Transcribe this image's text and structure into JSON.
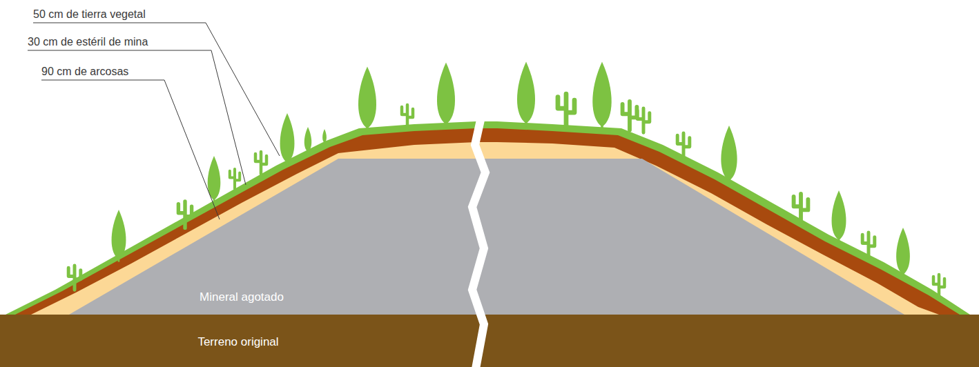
{
  "diagram": {
    "nodes": [
      {
        "text": [
          "Mineral agotado"
        ]
      },
      {
        "text": [
          "Terreno original"
        ]
      }
    ],
    "labels": [
      "50 cm de tierra vegetal",
      "30 cm de estéril de mina",
      "90 cm de arcosas"
    ]
  }
}
